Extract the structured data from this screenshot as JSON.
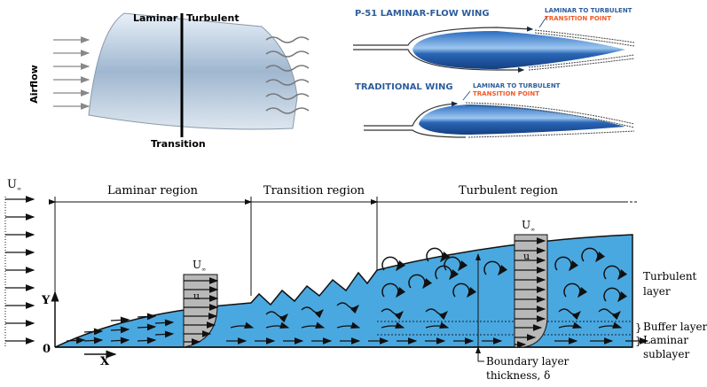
{
  "top_left": {
    "airflow": "Airflow",
    "laminar": "Laminar",
    "turbulent": "Turbulent",
    "transition": "Transition"
  },
  "top_right": {
    "p51_title": "P-51 LAMINAR-FLOW WING",
    "traditional_title": "TRADITIONAL WING",
    "callout_line1": "LAMINAR TO TURBULENT",
    "callout_line2": "TRANSITION POINT"
  },
  "bottom": {
    "u_inf": "U",
    "u_inf_sub": "∞",
    "laminar_region": "Laminar region",
    "transition_region": "Transition region",
    "turbulent_region": "Turbulent region",
    "y_axis": "Y",
    "x_axis": "X",
    "origin": "0",
    "u_local": "u",
    "turbulent_layer_1": "Turbulent",
    "turbulent_layer_2": "layer",
    "buffer_layer": "Buffer layer",
    "laminar_sublayer_1": "Laminar",
    "laminar_sublayer_2": "sublayer",
    "bl_thickness_1": "Boundary layer",
    "bl_thickness_2": "thickness, δ"
  },
  "colors": {
    "fluid": "#4aa8e0",
    "profile": "#b8b8b8",
    "wing_blue": "#1f5fa8",
    "callout_orange": "#f05a28",
    "title_blue": "#2c5d9c"
  }
}
